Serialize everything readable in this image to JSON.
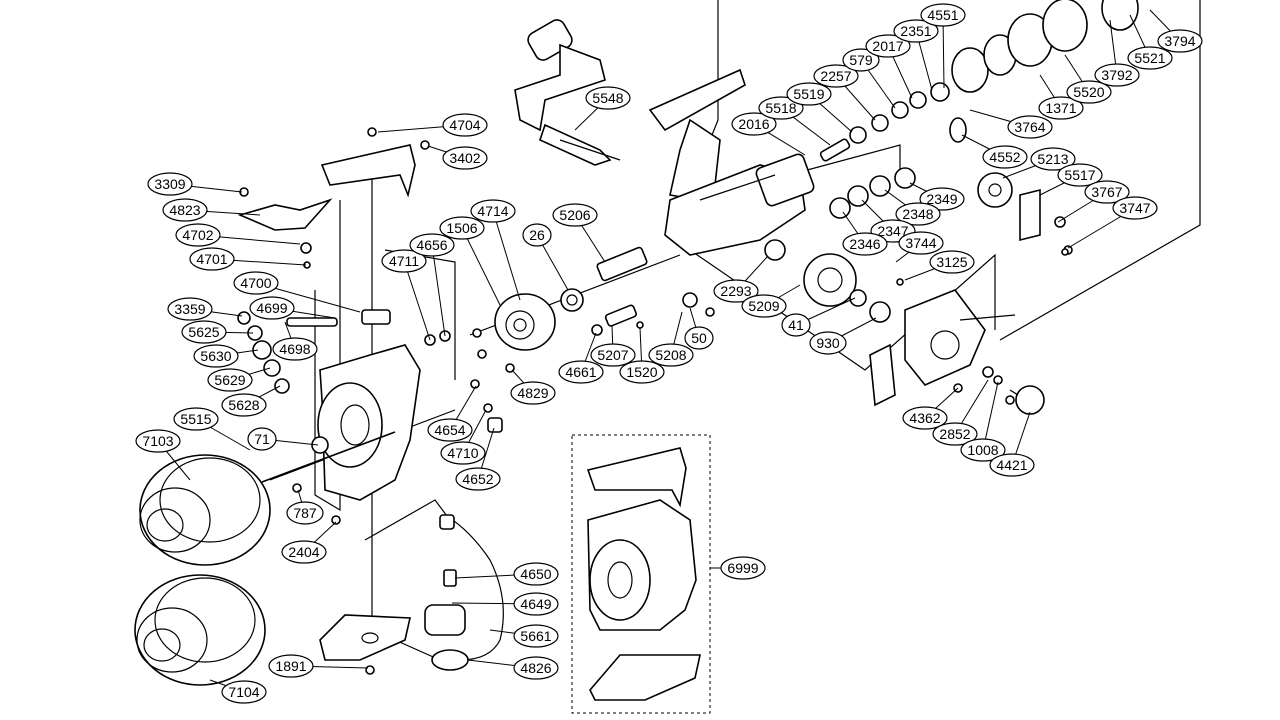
{
  "labels": [
    "4704",
    "3402",
    "3309",
    "4823",
    "4702",
    "4701",
    "4700",
    "4699",
    "4698",
    "3359",
    "5625",
    "5630",
    "5629",
    "5628",
    "4711",
    "4656",
    "1506",
    "4714",
    "26",
    "5206",
    "5548",
    "2016",
    "5518",
    "5519",
    "2257",
    "579",
    "2017",
    "2351",
    "4551",
    "1371",
    "5520",
    "3792",
    "5521",
    "3794",
    "3764",
    "4552",
    "5213",
    "5517",
    "3767",
    "3747",
    "2349",
    "2348",
    "2347",
    "2346",
    "3744",
    "3125",
    "2293",
    "5209",
    "41",
    "930",
    "50",
    "5208",
    "1520",
    "5207",
    "4661",
    "4829",
    "4654",
    "4710",
    "4652",
    "71",
    "5515",
    "7103",
    "787",
    "2404",
    "4650",
    "4649",
    "5661",
    "4826",
    "1891",
    "7104",
    "6999",
    "4362",
    "2852",
    "1008",
    "4421"
  ]
}
